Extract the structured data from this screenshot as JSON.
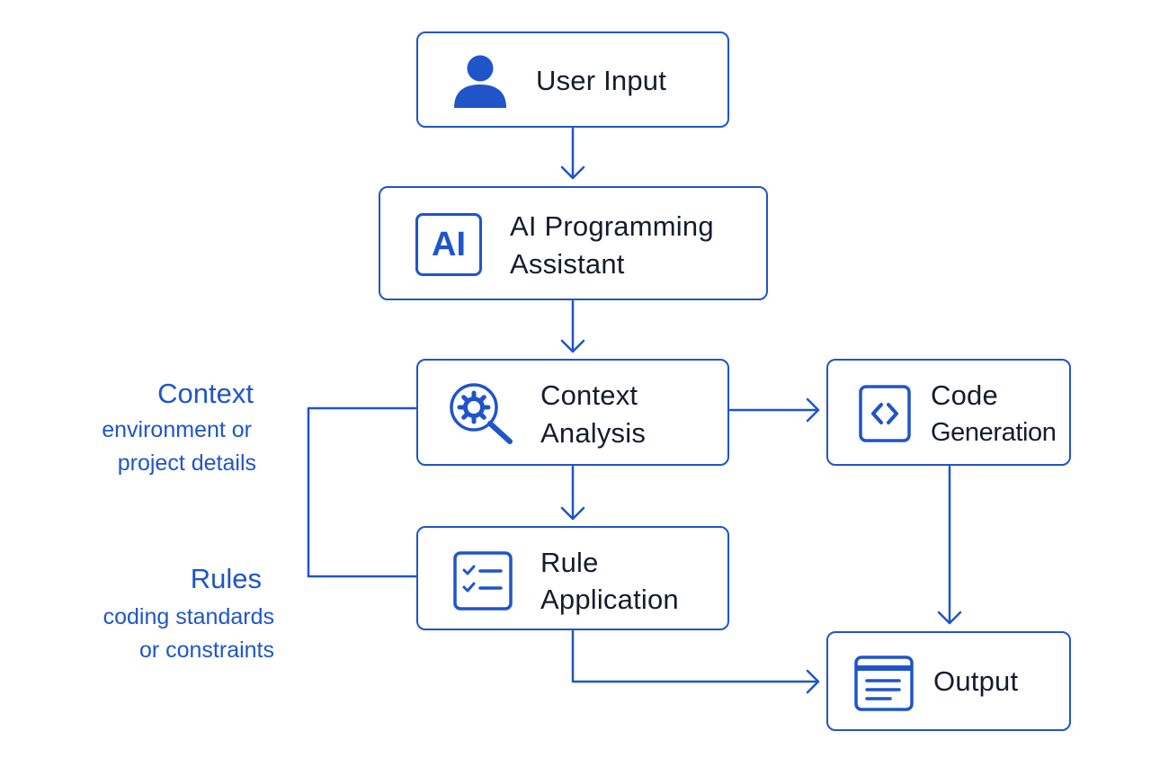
{
  "colors": {
    "accent": "#1f55c9",
    "text": "#161c2d",
    "background": "#ffffff"
  },
  "nodes": {
    "user_input": {
      "line1": "User Input",
      "icon": "user-icon"
    },
    "ai_assistant": {
      "line1": "AI Programming",
      "line2": "Assistant",
      "icon_text": "AI",
      "icon": "ai-chip-icon"
    },
    "context_analysis": {
      "line1": "Context",
      "line2": "Analysis",
      "icon": "gear-magnifier-icon"
    },
    "code_generation": {
      "line1": "Code",
      "line2": "Generation",
      "icon": "code-brackets-icon"
    },
    "rule_application": {
      "line1": "Rule",
      "line2": "Application",
      "icon": "checklist-icon"
    },
    "output": {
      "line1": "Output",
      "icon": "document-window-icon"
    }
  },
  "side_labels": {
    "context": {
      "title": "Context",
      "line1": "environment or",
      "line2": "project details"
    },
    "rules": {
      "title": "Rules",
      "line1": "coding standards",
      "line2": "or constraints"
    }
  }
}
